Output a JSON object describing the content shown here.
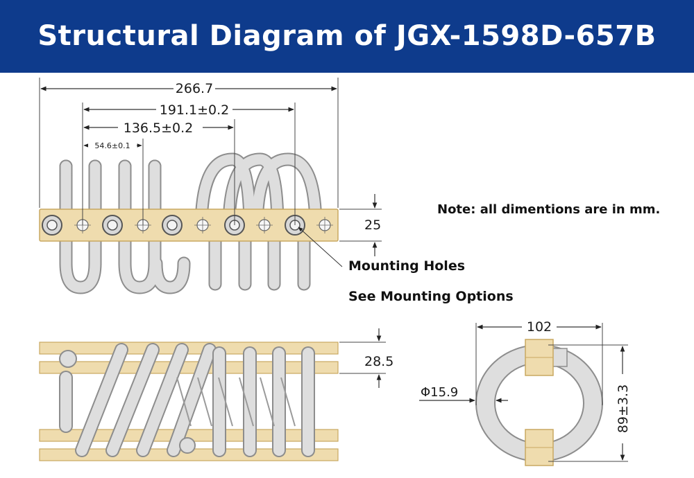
{
  "title": "Structural Diagram of JGX-1598D-657B",
  "note": "Note: all dimentions are in mm.",
  "dimensions": {
    "overall_length": "266.7",
    "hole_span_outer": "191.1±0.2",
    "hole_span_inner": "136.5±0.2",
    "hole_pitch": "54.6±0.1",
    "bar_height": "25",
    "side_thickness": "28.5",
    "ring_width": "102",
    "wire_diameter": "Φ15.9",
    "height": "89±3.3"
  },
  "callouts": {
    "mounting_holes": "Mounting Holes",
    "mounting_options": "See Mounting Options"
  },
  "colors": {
    "header_bg": "#0e3b8c",
    "bar_fill": "#efdcae",
    "bar_stroke": "#c9a860",
    "coil_fill": "#dcdcdc",
    "coil_stroke": "#8d8d8d"
  }
}
